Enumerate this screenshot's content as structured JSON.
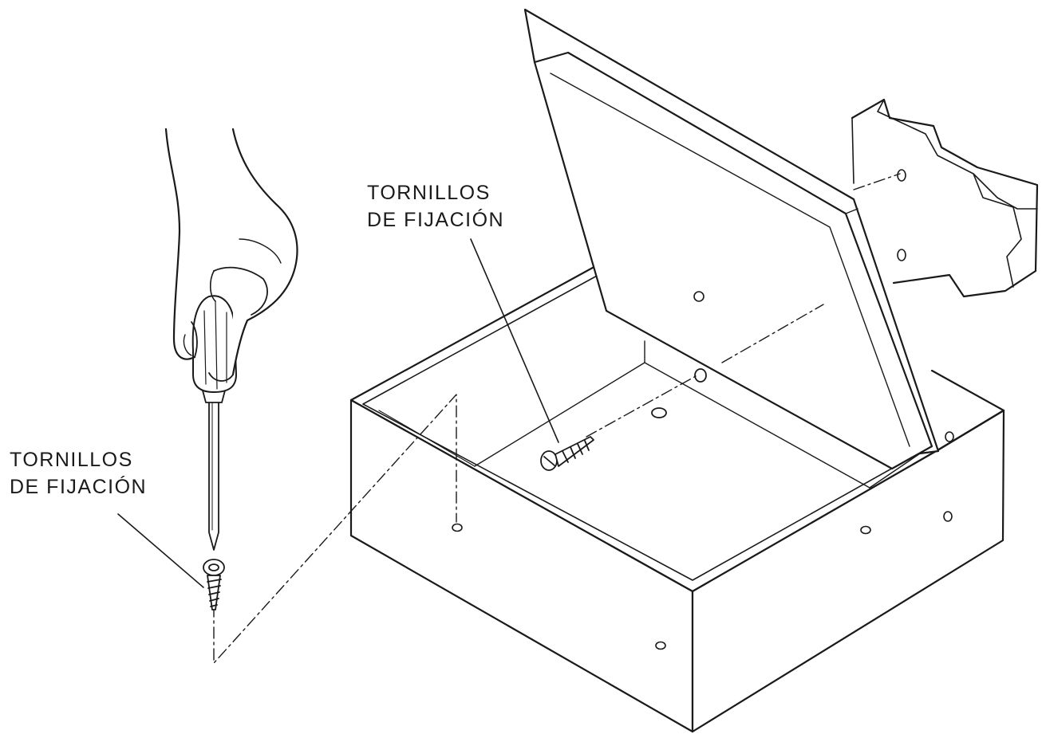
{
  "labels": {
    "screws_left": {
      "line1": "TORNILLOS",
      "line2": "DE FIJACIÓN"
    },
    "screws_center": {
      "line1": "TORNILLOS",
      "line2": "DE FIJACIÓN"
    }
  },
  "colors": {
    "line": "#1a1a1a",
    "background": "#ffffff",
    "wall_hatch": "#555555"
  },
  "icons": {
    "hand": "hand-holding-screwdriver-icon",
    "screwdriver": "screwdriver-icon",
    "screw": "wood-screw-icon",
    "safe": "open-safe-box-icon",
    "wall": "wall-section-icon"
  }
}
